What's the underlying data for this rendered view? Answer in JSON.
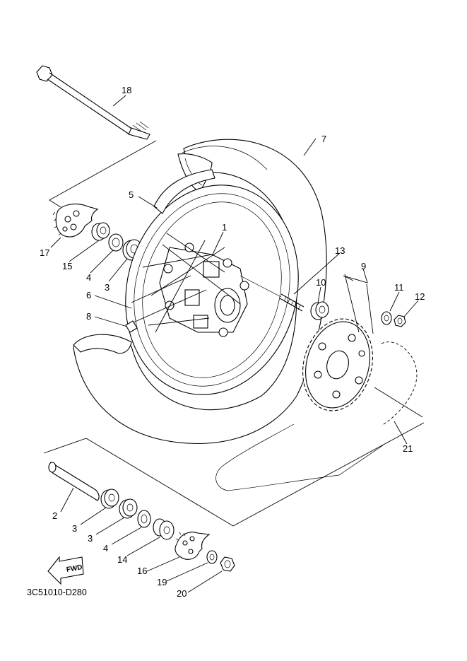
{
  "diagram_code": "3C51010-D280",
  "fwd_label": "FWD",
  "callouts": {
    "c1": "1",
    "c2": "2",
    "c3a": "3",
    "c3b": "3",
    "c3c": "3",
    "c4a": "4",
    "c4b": "4",
    "c5": "5",
    "c6": "6",
    "c7": "7",
    "c8": "8",
    "c9": "9",
    "c10": "10",
    "c11": "11",
    "c12": "12",
    "c13": "13",
    "c14": "14",
    "c15": "15",
    "c16": "16",
    "c17": "17",
    "c18": "18",
    "c19": "19",
    "c20": "20",
    "c21": "21"
  }
}
